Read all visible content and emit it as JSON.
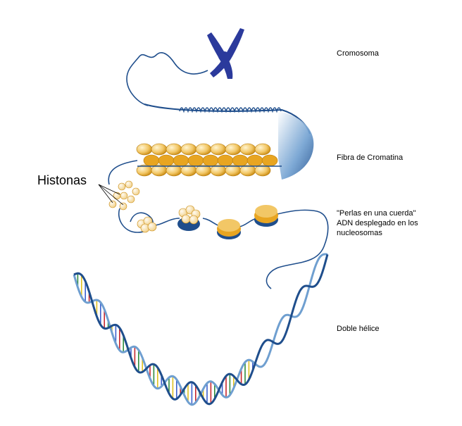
{
  "labels": {
    "chromosome": "Cromosoma",
    "chromatin_fiber": "Fibra de Cromatina",
    "beads_line1": "\"Perlas en una cuerda\"",
    "beads_line2": "ADN desplegado en los",
    "beads_line3": "nucleosomas",
    "double_helix": "Doble hélice",
    "histones": "Histonas"
  },
  "colors": {
    "chromosome": "#2b3a9c",
    "dna_strand": "#1f4e8c",
    "histone": "#e8a521",
    "histone_light": "#f5d68a",
    "base_red": "#c6262e",
    "base_green": "#2e8b3e",
    "base_yellow": "#e0c020",
    "base_blue": "#3a5fcd"
  }
}
